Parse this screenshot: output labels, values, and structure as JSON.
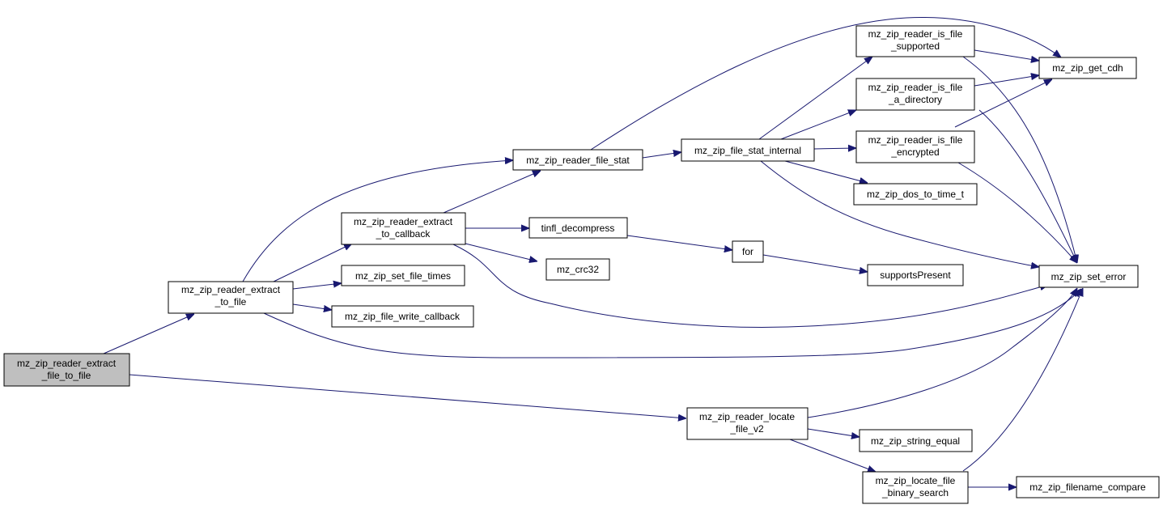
{
  "colors": {
    "edge": "#191970",
    "node_border": "#000000",
    "node_fill": "#ffffff",
    "root_fill": "#bfbfbf"
  },
  "nodes": {
    "root": {
      "lines": [
        "mz_zip_reader_extract",
        "_file_to_file"
      ]
    },
    "extract_to_file": {
      "lines": [
        "mz_zip_reader_extract",
        "_to_file"
      ]
    },
    "extract_to_callback": {
      "lines": [
        "mz_zip_reader_extract",
        "_to_callback"
      ]
    },
    "file_stat": {
      "lines": [
        "mz_zip_reader_file_stat"
      ]
    },
    "set_file_times": {
      "lines": [
        "mz_zip_set_file_times"
      ]
    },
    "file_write_callback": {
      "lines": [
        "mz_zip_file_write_callback"
      ]
    },
    "tinfl_decompress": {
      "lines": [
        "tinfl_decompress"
      ]
    },
    "crc32": {
      "lines": [
        "mz_crc32"
      ]
    },
    "file_stat_internal": {
      "lines": [
        "mz_zip_file_stat_internal"
      ]
    },
    "for": {
      "lines": [
        "for"
      ]
    },
    "is_file_supported": {
      "lines": [
        "mz_zip_reader_is_file",
        "_supported"
      ]
    },
    "is_file_a_directory": {
      "lines": [
        "mz_zip_reader_is_file",
        "_a_directory"
      ]
    },
    "is_file_encrypted": {
      "lines": [
        "mz_zip_reader_is_file",
        "_encrypted"
      ]
    },
    "dos_to_time_t": {
      "lines": [
        "mz_zip_dos_to_time_t"
      ]
    },
    "supportsPresent": {
      "lines": [
        "supportsPresent"
      ]
    },
    "get_cdh": {
      "lines": [
        "mz_zip_get_cdh"
      ]
    },
    "set_error": {
      "lines": [
        "mz_zip_set_error"
      ]
    },
    "locate_file_v2": {
      "lines": [
        "mz_zip_reader_locate",
        "_file_v2"
      ]
    },
    "string_equal": {
      "lines": [
        "mz_zip_string_equal"
      ]
    },
    "locate_file_binary_search": {
      "lines": [
        "mz_zip_locate_file",
        "_binary_search"
      ]
    },
    "filename_compare": {
      "lines": [
        "mz_zip_filename_compare"
      ]
    }
  },
  "edges": [
    [
      "root",
      "extract_to_file"
    ],
    [
      "root",
      "locate_file_v2"
    ],
    [
      "extract_to_file",
      "extract_to_callback"
    ],
    [
      "extract_to_file",
      "file_stat"
    ],
    [
      "extract_to_file",
      "set_file_times"
    ],
    [
      "extract_to_file",
      "file_write_callback"
    ],
    [
      "extract_to_file",
      "set_error"
    ],
    [
      "extract_to_callback",
      "file_stat"
    ],
    [
      "extract_to_callback",
      "tinfl_decompress"
    ],
    [
      "extract_to_callback",
      "crc32"
    ],
    [
      "extract_to_callback",
      "set_error"
    ],
    [
      "file_stat",
      "file_stat_internal"
    ],
    [
      "file_stat",
      "get_cdh"
    ],
    [
      "file_stat_internal",
      "is_file_supported"
    ],
    [
      "file_stat_internal",
      "is_file_a_directory"
    ],
    [
      "file_stat_internal",
      "is_file_encrypted"
    ],
    [
      "file_stat_internal",
      "dos_to_time_t"
    ],
    [
      "file_stat_internal",
      "set_error"
    ],
    [
      "tinfl_decompress",
      "for"
    ],
    [
      "for",
      "supportsPresent"
    ],
    [
      "is_file_supported",
      "get_cdh"
    ],
    [
      "is_file_supported",
      "set_error"
    ],
    [
      "is_file_a_directory",
      "get_cdh"
    ],
    [
      "is_file_a_directory",
      "set_error"
    ],
    [
      "is_file_encrypted",
      "get_cdh"
    ],
    [
      "is_file_encrypted",
      "set_error"
    ],
    [
      "locate_file_v2",
      "set_error"
    ],
    [
      "locate_file_v2",
      "string_equal"
    ],
    [
      "locate_file_v2",
      "locate_file_binary_search"
    ],
    [
      "locate_file_binary_search",
      "set_error"
    ],
    [
      "locate_file_binary_search",
      "filename_compare"
    ]
  ]
}
